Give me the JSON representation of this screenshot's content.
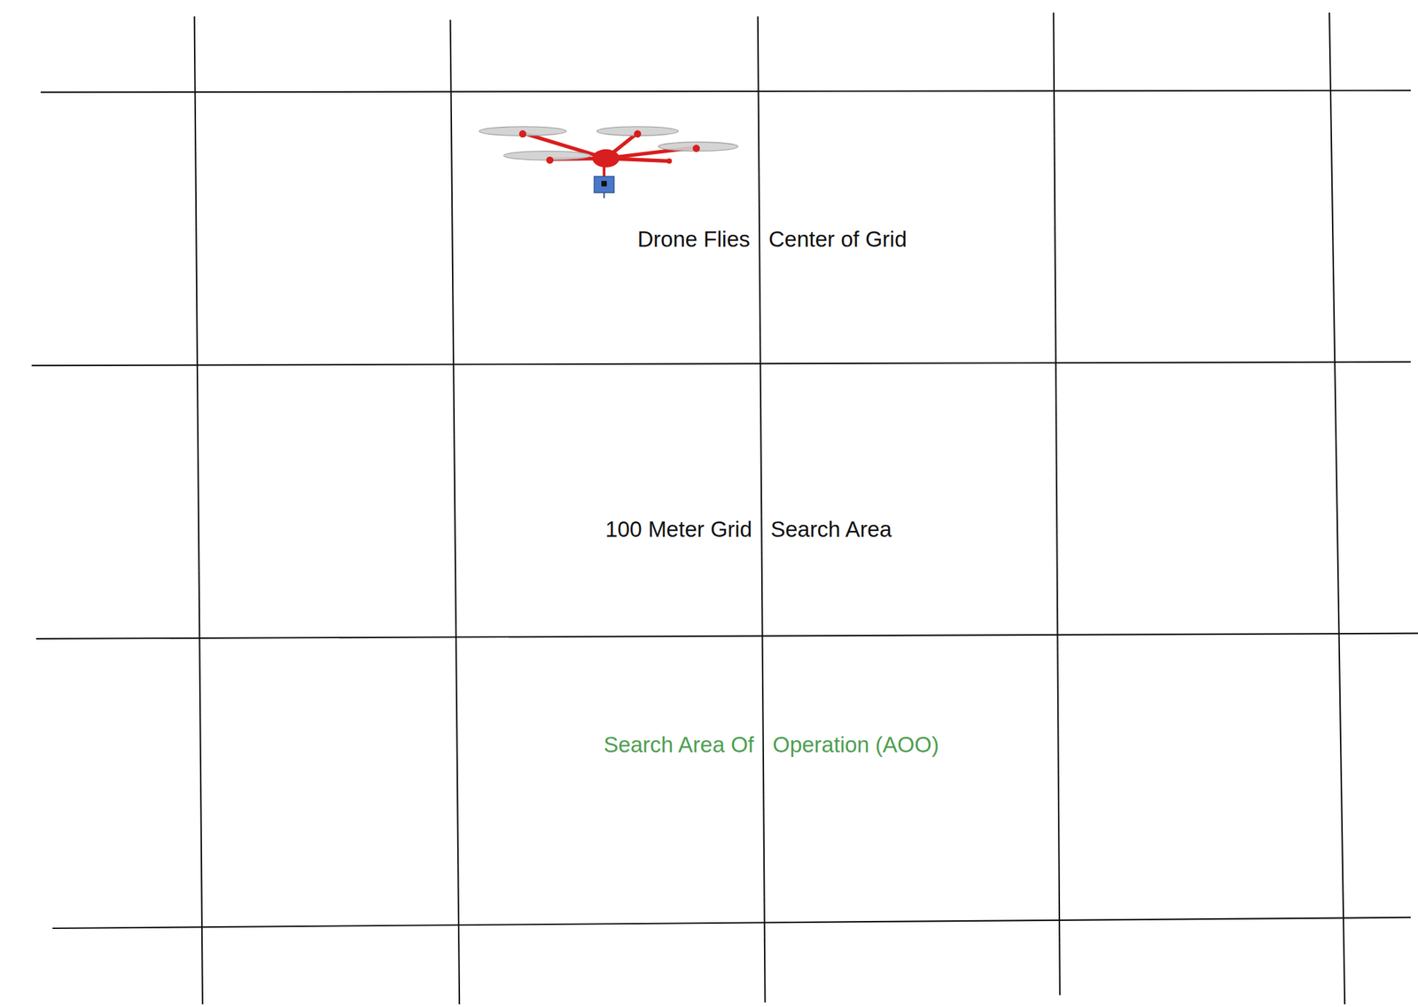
{
  "diagram": {
    "nodes": [
      {
        "text": [
          "Drone Flies",
          "Center of Grid",
          "100 Meter Grid",
          "Search Area",
          "Search Area Of",
          "Operation (AOO)"
        ]
      }
    ]
  }
}
